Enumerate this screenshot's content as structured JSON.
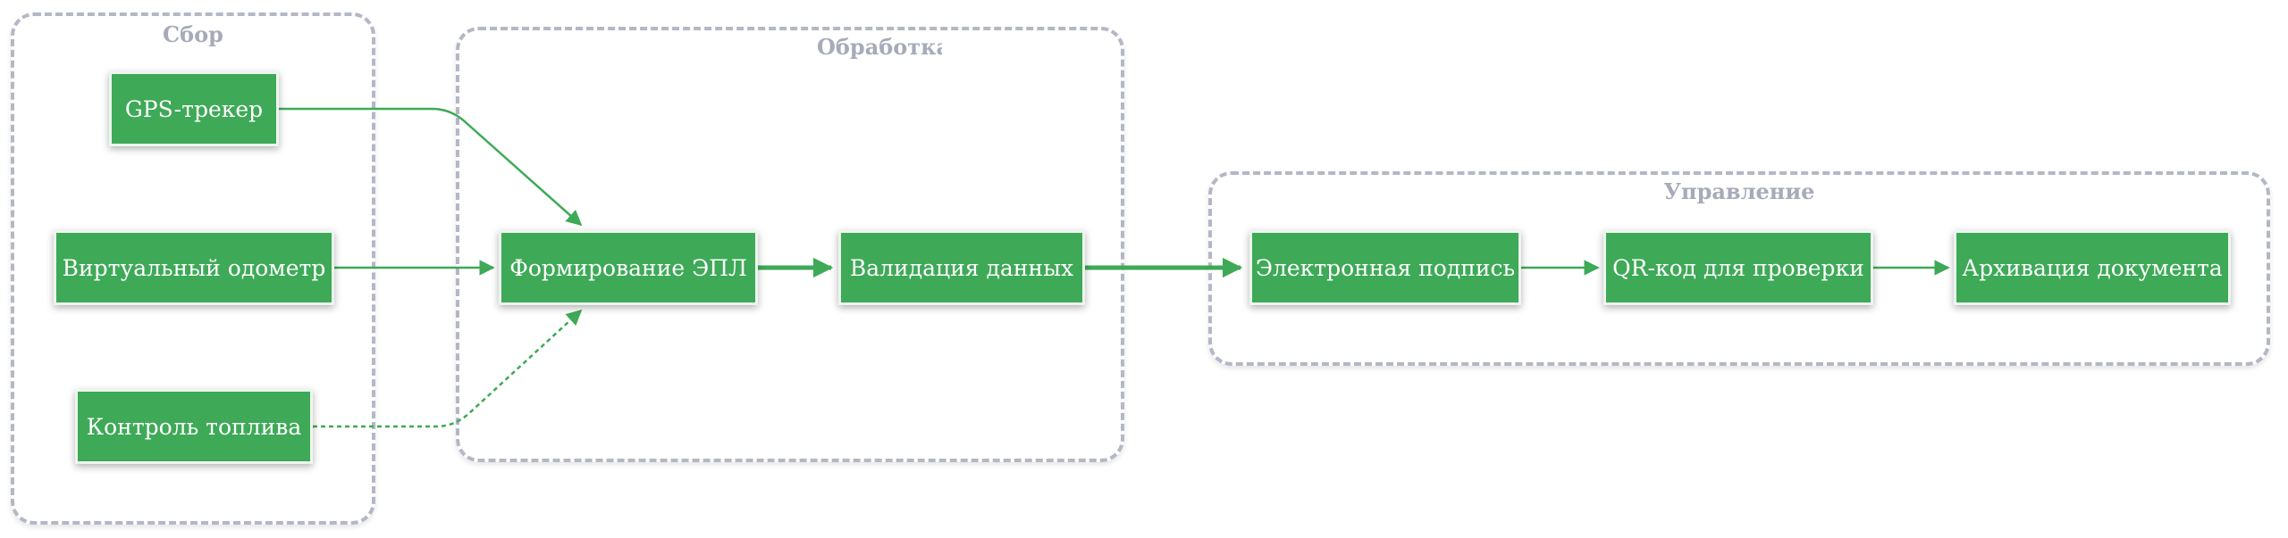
{
  "groups": {
    "collect": {
      "title": "Сбор"
    },
    "process": {
      "title": "Обработка"
    },
    "manage": {
      "title": "Управление"
    }
  },
  "nodes": {
    "gps": "GPS-трекер",
    "odometer": "Виртуальный одометр",
    "fuel": "Контроль топлива",
    "epl": "Формирование ЭПЛ",
    "validation": "Валидация данных",
    "signature": "Электронная подпись",
    "qr": "QR-код для проверки",
    "archive": "Архивация документа"
  },
  "colors": {
    "node": "#3ea957",
    "edge": "#3ea957",
    "group_border": "#b4b7c6",
    "group_title": "#a7aab8"
  }
}
